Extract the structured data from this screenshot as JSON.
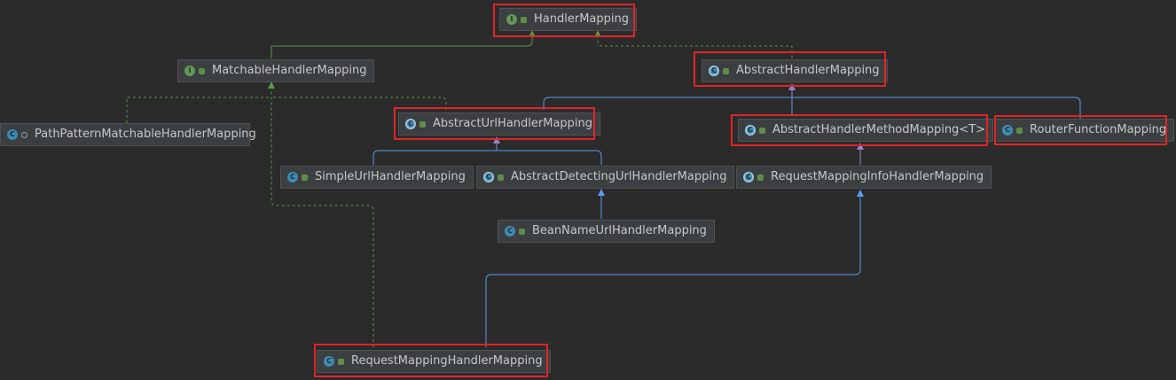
{
  "diagram": {
    "nodes": {
      "handler_mapping": {
        "label": "HandlerMapping",
        "kind": "interface",
        "icon": "interface-icon"
      },
      "matchable_handler_mapping": {
        "label": "MatchableHandlerMapping",
        "kind": "interface",
        "icon": "interface-icon"
      },
      "abstract_handler_mapping": {
        "label": "AbstractHandlerMapping",
        "kind": "abstract",
        "icon": "abstract-class-icon"
      },
      "path_pattern_matchable": {
        "label": "PathPatternMatchableHandlerMapping",
        "kind": "class",
        "icon": "class-icon"
      },
      "abstract_url_handler_mapping": {
        "label": "AbstractUrlHandlerMapping",
        "kind": "abstract",
        "icon": "abstract-class-icon"
      },
      "abstract_handler_method_mapping": {
        "label": "AbstractHandlerMethodMapping<T>",
        "kind": "abstract",
        "icon": "abstract-class-icon"
      },
      "router_function_mapping": {
        "label": "RouterFunctionMapping",
        "kind": "class",
        "icon": "class-icon"
      },
      "simple_url_handler_mapping": {
        "label": "SimpleUrlHandlerMapping",
        "kind": "class",
        "icon": "class-icon"
      },
      "abstract_detecting_url": {
        "label": "AbstractDetectingUrlHandlerMapping",
        "kind": "abstract",
        "icon": "abstract-class-icon"
      },
      "request_mapping_info": {
        "label": "RequestMappingInfoHandlerMapping",
        "kind": "abstract",
        "icon": "abstract-class-icon"
      },
      "bean_name_url": {
        "label": "BeanNameUrlHandlerMapping",
        "kind": "class",
        "icon": "class-icon"
      },
      "request_mapping_handler": {
        "label": "RequestMappingHandlerMapping",
        "kind": "class",
        "icon": "class-icon"
      }
    },
    "colors": {
      "background": "#2b2b2b",
      "node_fill": "#3c3f41",
      "extends_line": "#5c9ded",
      "implements_line": "#5a9a4a",
      "highlight": "#e0242a"
    }
  }
}
